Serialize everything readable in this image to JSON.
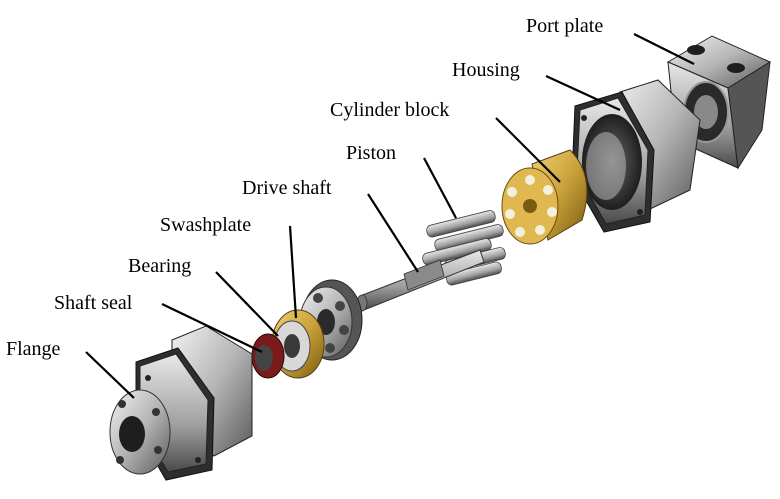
{
  "diagram": {
    "labels": {
      "port_plate": "Port plate",
      "housing": "Housing",
      "cylinder_block": "Cylinder block",
      "piston": "Piston",
      "drive_shaft": "Drive shaft",
      "swashplate": "Swashplate",
      "bearing": "Bearing",
      "shaft_seal": "Shaft seal",
      "flange": "Flange"
    },
    "colors": {
      "steel_light": "#d9d9d9",
      "steel_mid": "#9a9a9a",
      "steel_dark": "#3a3a3a",
      "brass": "#c9a13a",
      "brass_dark": "#8a6a18",
      "seal_red": "#8a1a1a",
      "leader": "#000000"
    }
  }
}
